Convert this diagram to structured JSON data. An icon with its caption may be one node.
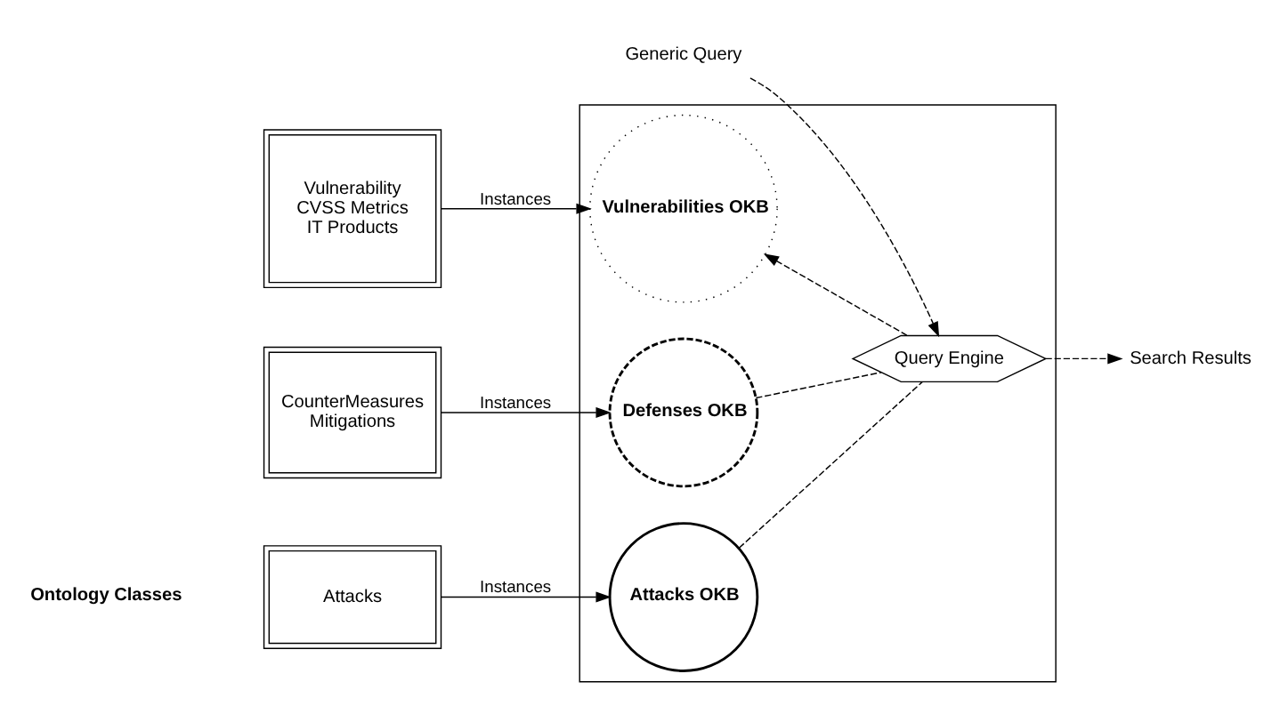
{
  "diagram": {
    "nodes": [
      {
        "text": [
          "Attacks"
        ]
      },
      {
        "text": [
          "Vulnerability",
          "CVSS Metrics",
          "IT Products"
        ]
      },
      {
        "text": [
          "CounterMeasures",
          "Mitigations"
        ]
      },
      {
        "text": [],
        "shape": "box"
      },
      {
        "text": [
          "Attacks OKB"
        ],
        "in": 3
      },
      {
        "text": [
          "Vulnerabilities OKB"
        ],
        "in": 3
      },
      {
        "text": [
          "Defenses OKB"
        ],
        "in": 3
      },
      {
        "text": [
          "Query Engine"
        ],
        "in": 3
      },
      {
        "text": [
          "Generic Query"
        ]
      },
      {
        "text": [
          "Search Results"
        ]
      }
    ],
    "edges": [
      {
        "from": 0,
        "to": 4,
        "arrow": "to",
        "label": "Instances"
      },
      {
        "from": 1,
        "to": 5,
        "arrow": "to",
        "label": "Instances"
      },
      {
        "from": 2,
        "to": 6,
        "arrow": "to",
        "label": "Instances"
      },
      {
        "from": 7,
        "to": 4,
        "arrow": "none",
        "style": "dashed"
      },
      {
        "from": 7,
        "to": 5,
        "arrow": "to",
        "style": "dashed"
      },
      {
        "from": 7,
        "to": 6,
        "arrow": "none",
        "style": "dashed"
      },
      {
        "from": 8,
        "to": 7,
        "arrow": "to",
        "style": "dashed"
      },
      {
        "from": 7,
        "to": 9,
        "arrow": "to",
        "style": "dashed"
      }
    ],
    "labels": [
      "Ontology Classes"
    ]
  }
}
